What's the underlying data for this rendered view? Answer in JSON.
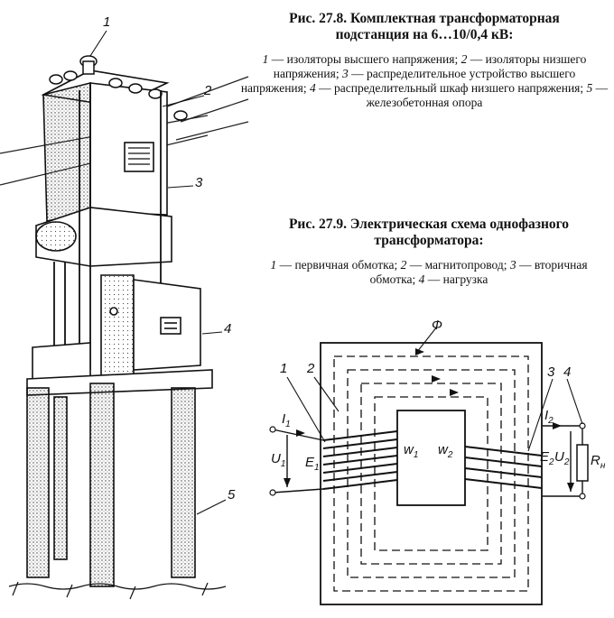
{
  "fig1": {
    "title_line1": "Рис. 27.8. Комплектная трансформаторная",
    "title_line2": "подстанция на 6…10/0,4 кВ:",
    "legend": [
      {
        "num": "1",
        "text": " — изоляторы высшего напряжения; "
      },
      {
        "num": "2",
        "text": " — изоляторы низшего напряжения; "
      },
      {
        "num": "3",
        "text": " — распределительное устройство высшего напряжения; "
      },
      {
        "num": "4",
        "text": " — распределительный шкаф низшего напряжения; "
      },
      {
        "num": "5",
        "text": " — железобетонная опора"
      }
    ],
    "labels": [
      "1",
      "2",
      "3",
      "4",
      "5"
    ]
  },
  "fig2": {
    "title_line1": "Рис. 27.9. Электрическая схема однофазного",
    "title_line2": "трансформатора:",
    "legend": [
      {
        "num": "1",
        "text": " — первичная обмотка; "
      },
      {
        "num": "2",
        "text": " — магнитопровод; "
      },
      {
        "num": "3",
        "text": " — вторичная обмотка; "
      },
      {
        "num": "4",
        "text": " — нагрузка"
      }
    ],
    "labels": {
      "flux": "Ф",
      "n1": "1",
      "n2": "2",
      "n3": "3",
      "n4": "4",
      "I1": "I",
      "I1_sub": "1",
      "U1": "U",
      "U1_sub": "1",
      "E1": "E",
      "E1_sub": "1",
      "w1": "w",
      "w1_sub": "1",
      "w2": "w",
      "w2_sub": "2",
      "I2": "I",
      "I2_sub": "2",
      "E2": "E",
      "E2_sub": "2",
      "U2": "U",
      "U2_sub": "2",
      "Rn": "R",
      "Rn_sub": "н"
    }
  }
}
